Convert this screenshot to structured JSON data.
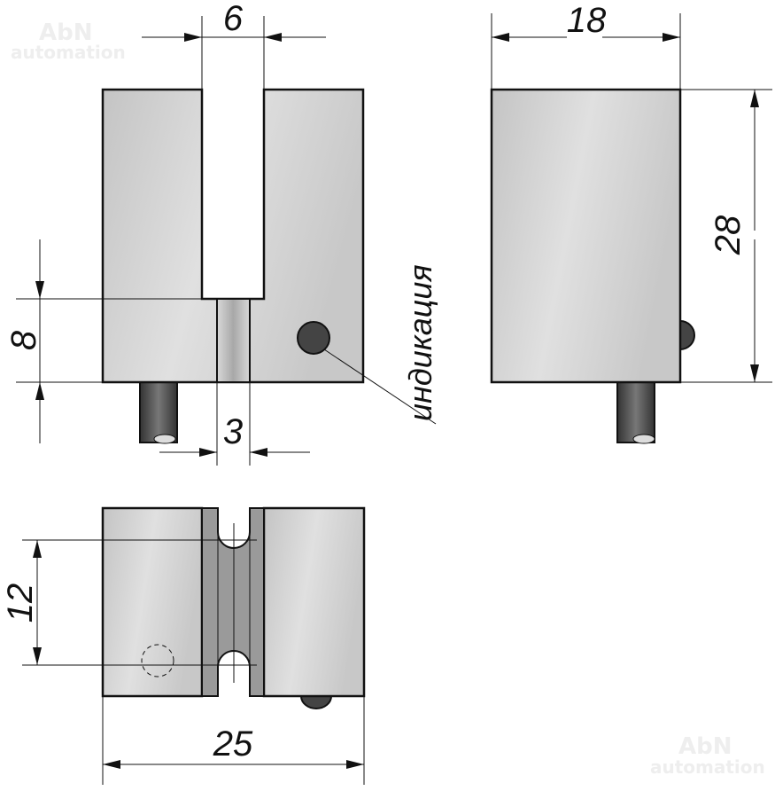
{
  "title": "Габаритный чертёж щелевого датчика",
  "dimensions": {
    "slot_width": "6",
    "height_to_slot": "8",
    "groove_width": "3",
    "depth": "18",
    "height": "28",
    "notch_spacing": "12",
    "length": "25"
  },
  "labels": {
    "indication": "индикация"
  },
  "watermark": {
    "brand": "AbN",
    "sub": "automation"
  },
  "colors": {
    "body": "#cfcfcf",
    "groove": "#9a9a9a",
    "led": "#444444",
    "cable": "#555555"
  }
}
